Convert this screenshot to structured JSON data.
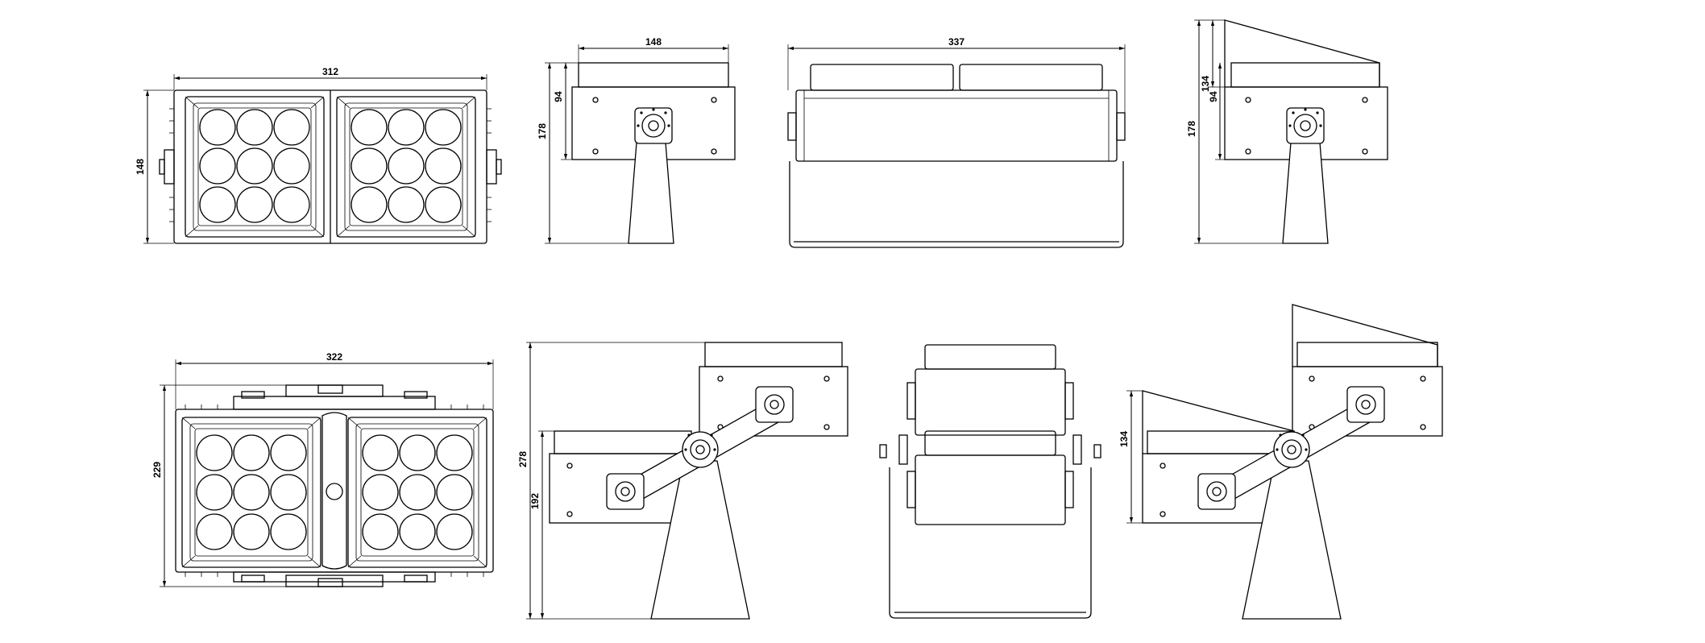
{
  "dimensions": {
    "v1_width": "312",
    "v1_height": "148",
    "v2_width": "148",
    "v2_height_total": "178",
    "v2_height_head": "94",
    "v3_width": "337",
    "v4_height_top": "134",
    "v4_height_head": "94",
    "v4_height_total": "178",
    "v5_width": "322",
    "v5_height": "229",
    "v6_height_total": "278",
    "v6_height_low": "192",
    "v8_height": "134"
  },
  "colors": {
    "line": "#000000",
    "background": "#ffffff"
  }
}
